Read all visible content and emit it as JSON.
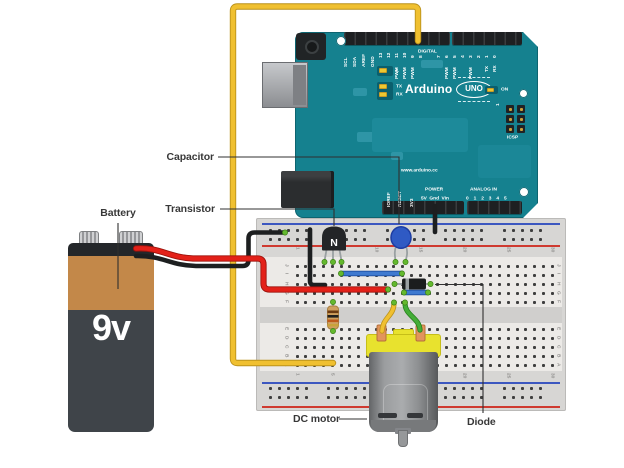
{
  "labels": {
    "capacitor": "Capacitor",
    "transistor": "Transistor",
    "battery": "Battery",
    "dc_motor": "DC motor",
    "diode": "Diode"
  },
  "battery": {
    "voltage": "9v"
  },
  "transistor": {
    "marking": "N"
  },
  "arduino": {
    "brand": "Arduino",
    "model": "UNO",
    "on_led": "ON",
    "leds": {
      "l": "L",
      "tx": "TX",
      "rx": "RX"
    },
    "digital_label": "DIGITAL",
    "pwm_label": "PWM",
    "pins_top_left": [
      "SCL",
      "SDA",
      "AREF",
      "GND",
      "13",
      "12",
      "11",
      "10",
      "9",
      "8"
    ],
    "pins_top_right": [
      "7",
      "6",
      "5",
      "4",
      "3",
      "2",
      "1",
      "0"
    ],
    "pwm_pins": [
      "11",
      "10",
      "9",
      "6",
      "5",
      "3"
    ],
    "pin_sub_tx": "TX",
    "pin_sub_rx": "RX",
    "website": "www.arduino.cc",
    "power_label": "POWER",
    "power_pins_vert": [
      "IOREF",
      "RESET",
      "3V3"
    ],
    "power_pins_horiz": [
      "5V",
      "Gnd",
      "Vin"
    ],
    "analog_label": "ANALOG IN",
    "analog_pins": [
      "0",
      "1",
      "2",
      "3",
      "4",
      "5"
    ],
    "icsp_label": "ICSP",
    "icsp_pin1": "1"
  },
  "breadboard": {
    "column_numbers": [
      "1",
      "5",
      "10",
      "15",
      "20",
      "25",
      "30"
    ],
    "rows_top": [
      "J",
      "I",
      "H",
      "G",
      "F"
    ],
    "rows_bottom": [
      "E",
      "D",
      "C",
      "B",
      "A"
    ]
  },
  "colors": {
    "arduino_teal": "#15818f",
    "arduino_teal_light": "#2e95a6",
    "rail_red": "#cf3a30",
    "rail_blue": "#3c57c0",
    "wire_yellow": "#f0c030",
    "wire_red": "#e32119",
    "wire_black": "#1d1f20",
    "wire_blue": "#3f7ad0",
    "wire_green": "#44ad37",
    "battery_tan": "#c38849",
    "battery_dark": "#3f4449",
    "motor_yellow": "#e8e22e",
    "terminal_orange": "#e2945c",
    "pin_green": "#64b92e",
    "label_color": "#383838"
  }
}
